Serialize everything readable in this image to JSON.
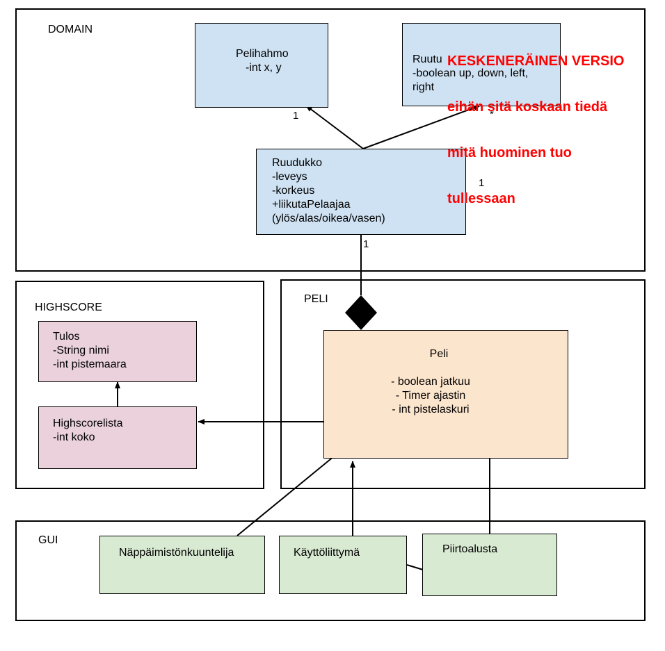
{
  "packages": {
    "domain": "DOMAIN",
    "highscore": "HIGHSCORE",
    "peli": "PELI",
    "gui": "GUI"
  },
  "classes": {
    "pelihahmo": {
      "name": "Pelihahmo",
      "attrs": [
        "-int x, y"
      ]
    },
    "ruutu": {
      "name": "Ruutu",
      "attrs": [
        "-boolean up, down, left,",
        "right"
      ]
    },
    "ruudukko": {
      "name": "Ruudukko",
      "attrs": [
        "-leveys",
        "-korkeus",
        "+liikutaPelaajaa",
        "(ylös/alas/oikea/vasen)"
      ]
    },
    "tulos": {
      "name": "Tulos",
      "attrs": [
        "-String nimi",
        "-int pistemaara"
      ]
    },
    "highscorelista": {
      "name": "Highscorelista",
      "attrs": [
        "-int koko"
      ]
    },
    "peli": {
      "name": "Peli",
      "attrs": [
        "- boolean jatkuu",
        "- Timer ajastin",
        "- int pistelaskuri"
      ]
    },
    "nappaimisto": {
      "name": "Näppäimistönkuuntelija"
    },
    "kayttoliittyma": {
      "name": "Käyttöliittymä"
    },
    "piirtoalusta": {
      "name": "Piirtoalusta"
    }
  },
  "multiplicities": {
    "pelihahmo": "1",
    "ruutu": "*",
    "ruudukko_right": "1",
    "ruudukko_bottom": "1"
  },
  "warning": {
    "line1": "KESKENERÄINEN VERSIO",
    "line2": "eihän sitä koskaan tiedä",
    "line3": "mitä huominen tuo",
    "line4": "tullessaan"
  },
  "colors": {
    "blue": "#cfe2f3",
    "pink": "#ead1dc",
    "orange": "#fce5cd",
    "green": "#d9ead3",
    "warning": "#ff0000"
  }
}
